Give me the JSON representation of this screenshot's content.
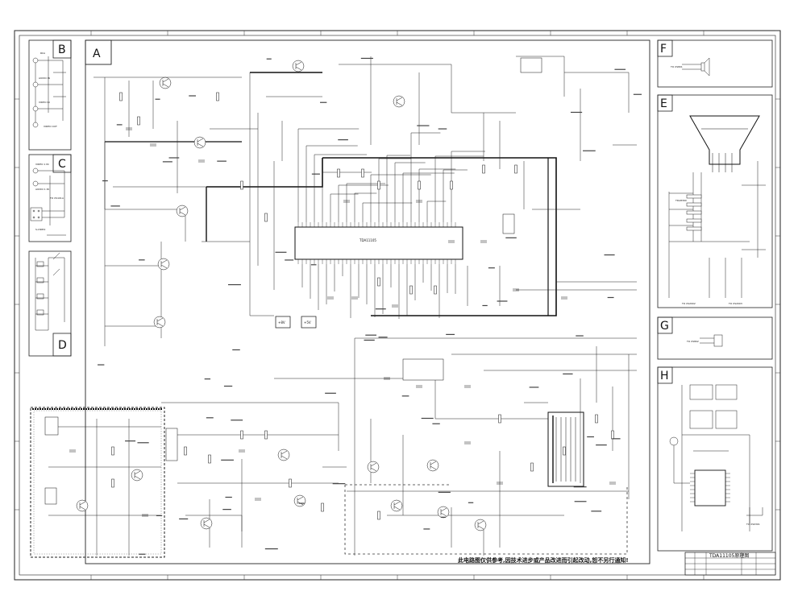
{
  "sections": {
    "A": "A",
    "B": "B",
    "C": "C",
    "D": "D",
    "E": "E",
    "F": "F",
    "G": "G",
    "H": "H"
  },
  "ic": {
    "main_label": "TDA11105",
    "e_unit": "TDA8360"
  },
  "power_tags": [
    "+8V",
    "+5V"
  ],
  "connectors": {
    "b1": "RCA",
    "b2": "AUDIO IN",
    "b3": "VIDEO IN",
    "b4": "VIDEO OUT",
    "c1": "VIDEO 1 IN",
    "c2": "AUDIO 1 IN",
    "c3": "S-VIDEO",
    "c4": "TO XS101A",
    "f1": "TO XS801",
    "g1": "TO XS802",
    "e1": "TO XS2002",
    "e2": "TO XS2003",
    "h1": "TO XS0301"
  },
  "footer_note": "此电路图仅供参考,因技术进步或产品改进而引起改动,恕不另行通知!",
  "title_block": {
    "title": "TDA11105原理图",
    "row2": "",
    "row3": "",
    "row4": ""
  }
}
